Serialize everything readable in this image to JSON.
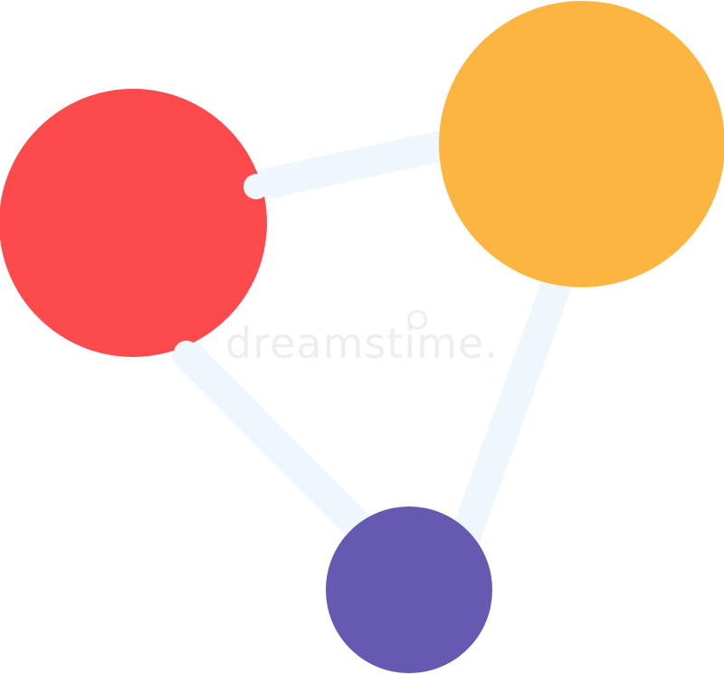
{
  "icon": {
    "name": "share-network-icon",
    "connector_color": "#eef7fb",
    "nodes": [
      {
        "id": "node-red",
        "color": "#fd4a4c"
      },
      {
        "id": "node-orange",
        "color": "#fdb541"
      },
      {
        "id": "node-purple",
        "color": "#6659b2"
      }
    ]
  },
  "watermark": {
    "text": "dreamstime."
  }
}
